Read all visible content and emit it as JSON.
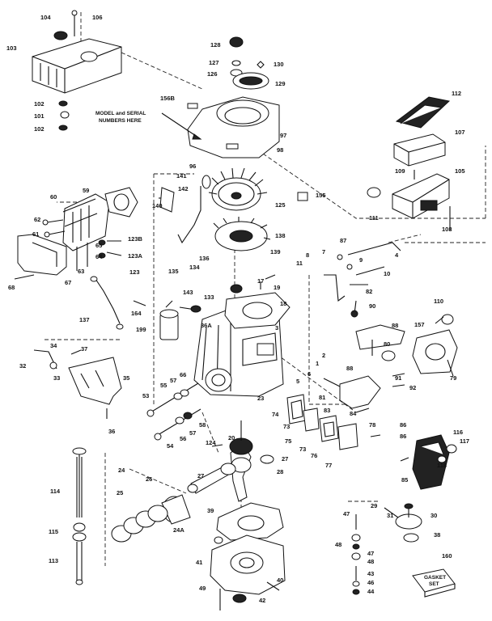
{
  "diagram": {
    "note": [
      "MODEL and SERIAL",
      "NUMBERS HERE"
    ],
    "gasket_set": [
      "GASKET",
      "SET"
    ],
    "callouts": {
      "c104": "104",
      "c106": "106",
      "c103": "103",
      "c102a": "102",
      "c101": "101",
      "c102b": "102",
      "c128": "128",
      "c127": "127",
      "c126": "126",
      "c130": "130",
      "c129": "129",
      "c156b": "156B",
      "c97": "97",
      "c98": "98",
      "c96": "96",
      "c112": "112",
      "c107": "107",
      "c109": "109",
      "c105": "105",
      "c111": "111",
      "c108": "108",
      "c141": "141",
      "c142": "142",
      "c140": "140",
      "c125": "125",
      "c155": "155",
      "c138": "138",
      "c139": "139",
      "c60": "60",
      "c59": "59",
      "c62": "62",
      "c61": "61",
      "c123b": "123B",
      "c123a": "123A",
      "c65": "65",
      "c64": "64",
      "c63": "63",
      "c123": "123",
      "c68": "68",
      "c67": "67",
      "c136": "136",
      "c135": "135",
      "c134": "134",
      "c143": "143",
      "c133": "133",
      "c17": "17",
      "c19": "19",
      "c18": "18",
      "c164": "164",
      "c137": "137",
      "c199": "199",
      "c36a": "36A",
      "c87": "87",
      "c8": "8",
      "c7": "7",
      "c4": "4",
      "c11": "11",
      "c9": "9",
      "c10": "10",
      "c82": "82",
      "c90": "90",
      "c110": "110",
      "c88": "88",
      "c157": "157",
      "c80": "80",
      "c79": "79",
      "c34": "34",
      "c37": "37",
      "c32": "32",
      "c33": "33",
      "c35": "35",
      "c3": "3",
      "c2": "2",
      "c1": "1",
      "c6": "6",
      "c5": "5",
      "c83": "83",
      "c81": "81",
      "c91": "91",
      "c92": "92",
      "c53": "53",
      "c55": "55",
      "c57a": "57",
      "c66": "66",
      "c58": "58",
      "c57b": "57",
      "c56": "56",
      "c54": "54",
      "c23": "23",
      "c124": "124",
      "c20": "20",
      "c73a": "73",
      "c74": "74",
      "c75": "75",
      "c73b": "73",
      "c76": "76",
      "c78": "78",
      "c84": "84",
      "c86a": "86",
      "c86b": "86",
      "c77": "77",
      "c85": "85",
      "c116": "116",
      "c117": "117",
      "c118": "118",
      "c36": "36",
      "c24": "24",
      "c26": "26",
      "c27a": "27",
      "c27b": "27",
      "c28": "28",
      "c114": "114",
      "c25": "25",
      "c24a": "24A",
      "c115": "115",
      "c113": "113",
      "c39": "39",
      "c29": "29",
      "c31": "31",
      "c30": "30",
      "c47a": "47",
      "c48a": "48",
      "c47b": "47",
      "c48b": "48",
      "c38": "38",
      "c41": "41",
      "c43": "43",
      "c46": "46",
      "c44": "44",
      "c40": "40",
      "c49": "49",
      "c42": "42",
      "c160": "160",
      "c88b": "88"
    }
  }
}
